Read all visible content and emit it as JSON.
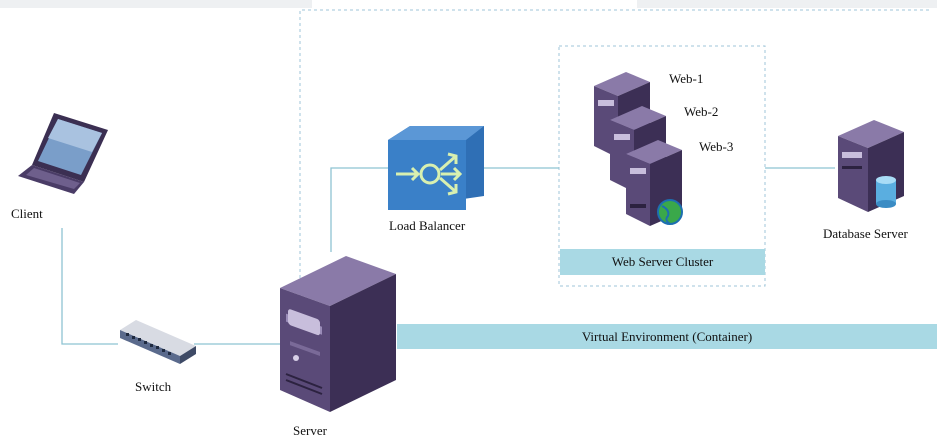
{
  "diagram": {
    "labels": {
      "client": "Client",
      "switch": "Switch",
      "server": "Server",
      "load_balancer": "Load Balancer",
      "web1": "Web-1",
      "web2": "Web-2",
      "web3": "Web-3",
      "web_cluster": "Web Server Cluster",
      "database": "Database Server",
      "virtual_env": "Virtual Environment (Container)"
    },
    "colors": {
      "connector": "#8ec3d2",
      "band": "#a9d9e4",
      "dashed_border": "#9fc6d8",
      "server_purple": "#5a4a78",
      "load_balancer_blue": "#2f6fb5"
    },
    "icons": [
      "laptop-icon",
      "switch-icon",
      "server-tower-icon",
      "load-balancer-icon",
      "web-server-icon",
      "globe-icon",
      "database-server-icon",
      "database-cylinder-icon"
    ]
  }
}
